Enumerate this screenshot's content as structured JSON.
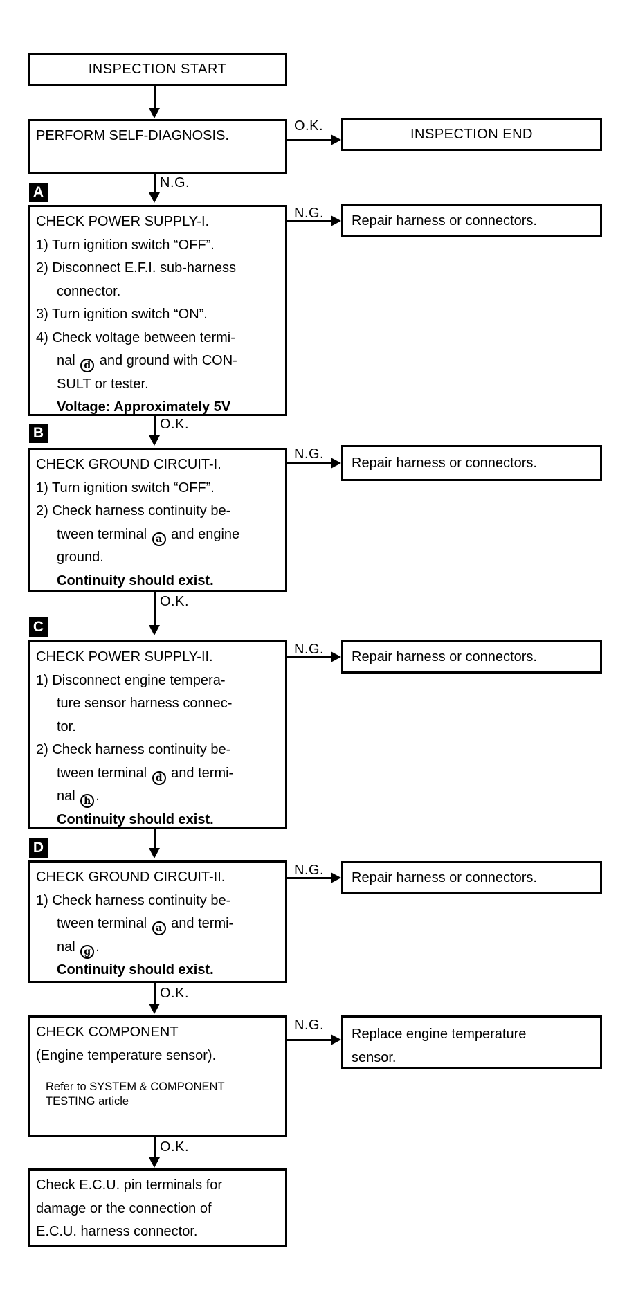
{
  "labels": {
    "ok": "O.K.",
    "ng": "N.G."
  },
  "markers": {
    "a": "A",
    "b": "B",
    "c": "C",
    "d": "D"
  },
  "start": {
    "label": "INSPECTION START"
  },
  "perform": {
    "title": "PERFORM SELF-DIAGNOSIS."
  },
  "end": {
    "label": "INSPECTION END"
  },
  "actions": {
    "repair": "Repair harness or connectors.",
    "replace": "Replace engine temperature sensor."
  },
  "box_a": {
    "lines": [
      {
        "i": 0,
        "t": "CHECK POWER SUPPLY-I."
      },
      {
        "i": 0,
        "t": "1) Turn ignition switch “OFF”."
      },
      {
        "i": 0,
        "t": "2) Disconnect E.F.I. sub-harness"
      },
      {
        "i": 1,
        "t": "connector."
      },
      {
        "i": 0,
        "t": "3) Turn ignition switch “ON”."
      },
      {
        "i": 0,
        "t": "4) Check voltage between termi-"
      },
      {
        "i": 1,
        "seg": [
          {
            "t": "nal "
          },
          {
            "c": "d"
          },
          {
            "t": " and ground with CON-"
          }
        ]
      },
      {
        "i": 1,
        "t": "SULT or tester."
      },
      {
        "i": 1,
        "bold": true,
        "t": "Voltage: Approximately 5V"
      }
    ]
  },
  "box_b": {
    "lines": [
      {
        "i": 0,
        "t": "CHECK GROUND CIRCUIT-I."
      },
      {
        "i": 0,
        "t": "1) Turn ignition switch “OFF”."
      },
      {
        "i": 0,
        "t": "2) Check harness continuity be-"
      },
      {
        "i": 1,
        "seg": [
          {
            "t": "tween terminal "
          },
          {
            "c": "a"
          },
          {
            "t": " and engine"
          }
        ]
      },
      {
        "i": 1,
        "t": "ground."
      },
      {
        "i": 1,
        "bold": true,
        "t": "Continuity should exist."
      }
    ]
  },
  "box_c": {
    "lines": [
      {
        "i": 0,
        "t": "CHECK POWER SUPPLY-II."
      },
      {
        "i": 0,
        "t": "1) Disconnect engine tempera-"
      },
      {
        "i": 1,
        "t": "ture sensor harness connec-"
      },
      {
        "i": 1,
        "t": "tor."
      },
      {
        "i": 0,
        "t": "2) Check harness continuity be-"
      },
      {
        "i": 1,
        "seg": [
          {
            "t": "tween terminal "
          },
          {
            "c": "d"
          },
          {
            "t": " and termi-"
          }
        ]
      },
      {
        "i": 1,
        "seg": [
          {
            "t": "nal "
          },
          {
            "c": "h"
          },
          {
            "t": "."
          }
        ]
      },
      {
        "i": 1,
        "bold": true,
        "t": "Continuity should exist."
      }
    ]
  },
  "box_d": {
    "lines": [
      {
        "i": 0,
        "t": "CHECK GROUND CIRCUIT-II."
      },
      {
        "i": 0,
        "t": "1) Check harness continuity be-"
      },
      {
        "i": 1,
        "seg": [
          {
            "t": "tween terminal "
          },
          {
            "c": "a"
          },
          {
            "t": " and termi-"
          }
        ]
      },
      {
        "i": 1,
        "seg": [
          {
            "t": "nal "
          },
          {
            "c": "g"
          },
          {
            "t": "."
          }
        ]
      },
      {
        "i": 1,
        "bold": true,
        "t": "Continuity should exist."
      }
    ]
  },
  "component": {
    "lines": [
      {
        "i": 0,
        "t": "CHECK COMPONENT"
      },
      {
        "i": 0,
        "t": "(Engine temperature sensor)."
      },
      {
        "i": 2,
        "small": true,
        "gap": true,
        "t": "Refer to SYSTEM & COMPONENT"
      },
      {
        "i": 2,
        "small": true,
        "t": "TESTING article"
      }
    ]
  },
  "final": {
    "lines": [
      {
        "i": 0,
        "t": "Check E.C.U. pin terminals for"
      },
      {
        "i": 0,
        "t": "damage or the connection of"
      },
      {
        "i": 0,
        "t": "E.C.U. harness connector."
      }
    ]
  }
}
